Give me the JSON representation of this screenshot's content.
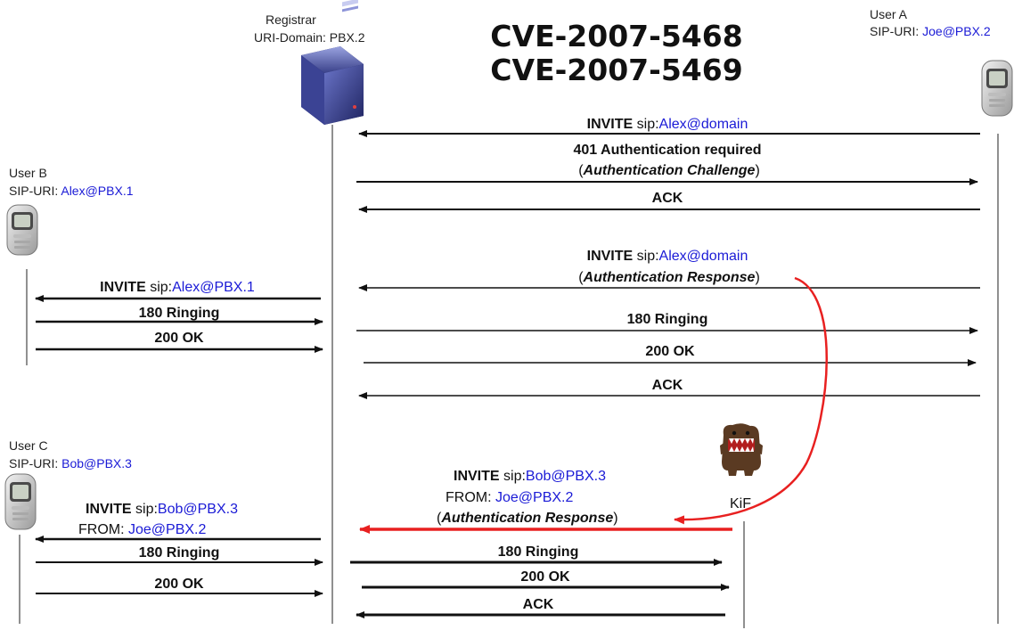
{
  "title": {
    "line1": "CVE-2007-5468",
    "line2": "CVE-2007-5469"
  },
  "entities": {
    "registrar": {
      "role": "Registrar",
      "uri_prefix": "URI-Domain: PBX.2"
    },
    "user_a": {
      "role": "User A",
      "uri_prefix": "SIP-URI: ",
      "uri": "Joe@PBX.2"
    },
    "user_b": {
      "role": "User B",
      "uri_prefix": "SIP-URI: ",
      "uri": "Alex@PBX.1"
    },
    "user_c": {
      "role": "User C",
      "uri_prefix": "SIP-URI: ",
      "uri": "Bob@PBX.3"
    },
    "kif": {
      "role": "KiF"
    }
  },
  "messages": {
    "m1": {
      "method": "INVITE",
      "prefix": " sip:",
      "target": "Alex@domain"
    },
    "m2": {
      "line1": "401 Authentication required",
      "open": "(",
      "note": "Authentication Challenge",
      "close": ")"
    },
    "m3": {
      "text": "ACK"
    },
    "m4": {
      "method": "INVITE",
      "prefix": " sip:",
      "target": "Alex@domain",
      "open": "(",
      "note": "Authentication Response",
      "close": ")"
    },
    "m5": {
      "text": "180 Ringing"
    },
    "m6": {
      "text": "200 OK"
    },
    "m7": {
      "text": "ACK"
    },
    "b1": {
      "method": "INVITE",
      "prefix": " sip:",
      "target": "Alex@PBX.1"
    },
    "b2": {
      "text": "180 Ringing"
    },
    "b3": {
      "text": "200 OK"
    },
    "k1": {
      "method": "INVITE",
      "prefix": " sip:",
      "target": "Bob@PBX.3",
      "from_prefix": "FROM: ",
      "from": "Joe@PBX.2",
      "open": "(",
      "note": "Authentication Response",
      "close": ")"
    },
    "k2": {
      "text": "180 Ringing"
    },
    "k3": {
      "text": "200 OK"
    },
    "k4": {
      "text": "ACK"
    },
    "c1": {
      "method": "INVITE",
      "prefix": " sip:",
      "target": "Bob@PBX.3",
      "from_prefix": "FROM: ",
      "from": "Joe@PBX.2"
    },
    "c2": {
      "text": "180 Ringing"
    },
    "c3": {
      "text": "200 OK"
    }
  },
  "colors": {
    "link": "#1a1ad6",
    "attack": "#e82020",
    "line": "#111111"
  }
}
